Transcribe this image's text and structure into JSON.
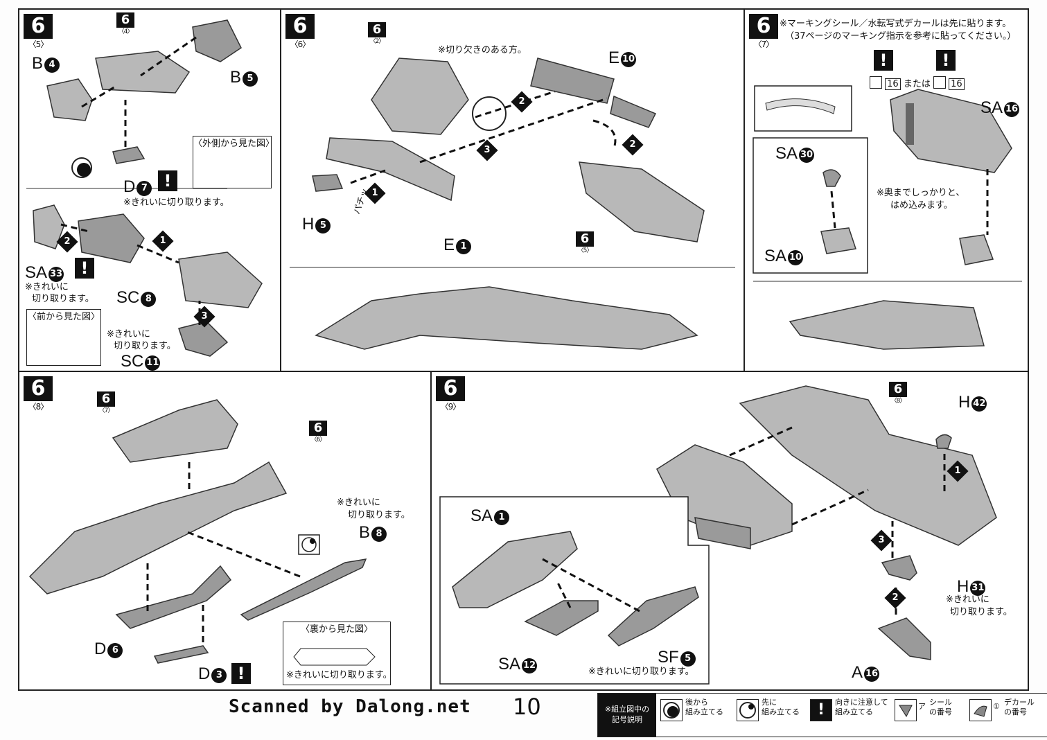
{
  "panels": {
    "p65": {
      "step": "6",
      "sub": "〈5〉",
      "ref": {
        "num": "6",
        "sub": "〈4〉"
      },
      "labels": {
        "b4": "B",
        "b4n": "4",
        "b5": "B",
        "b5n": "5",
        "d7": "D",
        "d7n": "7",
        "sa33": "SA",
        "sa33n": "33",
        "sc8": "SC",
        "sc8n": "8",
        "sc11": "SC",
        "sc11n": "11"
      },
      "view_outside": "〈外側から見た図〉",
      "view_front": "〈前から見た図〉",
      "note_d7": "※きれいに切り取ります。",
      "note_sa33_1": "※きれいに",
      "note_sa33_2": "切り取ります。",
      "note_sc11_1": "※きれいに",
      "note_sc11_2": "切り取ります。",
      "excl": "!",
      "steps": [
        "1",
        "2",
        "3"
      ]
    },
    "p66": {
      "step": "6",
      "sub": "〈6〉",
      "ref_top": {
        "num": "6",
        "sub": "〈2〉"
      },
      "ref_bottom": {
        "num": "6",
        "sub": "〈5〉"
      },
      "note_notch": "※切り欠きのある方。",
      "labels": {
        "e10": "E",
        "e10n": "10",
        "h5": "H",
        "h5n": "5",
        "e1": "E",
        "e1n": "1"
      },
      "snap": "パチッ",
      "steps": [
        "1",
        "2",
        "3",
        "2"
      ]
    },
    "p67": {
      "step": "6",
      "sub": "〈7〉",
      "note_top_1": "※マーキングシール／水転写式デカールは先に貼ります。",
      "note_top_2": "（37ページのマーキング指示を参考に貼ってください。）",
      "sticker_no": "16",
      "or_text": "または",
      "decal_no": "16",
      "labels": {
        "sa16": "SA",
        "sa16n": "16",
        "sa30": "SA",
        "sa30n": "30",
        "sa10": "SA",
        "sa10n": "10"
      },
      "note_insert_1": "※奥までしっかりと、",
      "note_insert_2": "はめ込みます。",
      "excl": "!"
    },
    "p68": {
      "step": "6",
      "sub": "〈8〉",
      "ref_a": {
        "num": "6",
        "sub": "〈7〉"
      },
      "ref_b": {
        "num": "6",
        "sub": "〈6〉"
      },
      "labels": {
        "b8": "B",
        "b8n": "8",
        "d6": "D",
        "d6n": "6",
        "d3": "D",
        "d3n": "3"
      },
      "note_b8_1": "※きれいに",
      "note_b8_2": "切り取ります。",
      "view_back": "〈裏から見た図〉",
      "note_back": "※きれいに切り取ります。",
      "excl": "!"
    },
    "p69": {
      "step": "6",
      "sub": "〈9〉",
      "ref": {
        "num": "6",
        "sub": "〈8〉"
      },
      "labels": {
        "h42": "H",
        "h42n": "42",
        "h31": "H",
        "h31n": "31",
        "a16": "A",
        "a16n": "16",
        "sa1": "SA",
        "sa1n": "1",
        "sa12": "SA",
        "sa12n": "12",
        "sf5": "SF",
        "sf5n": "5"
      },
      "note_h31_1": "※きれいに",
      "note_h31_2": "切り取ります。",
      "note_sf5": "※きれいに切り取ります。",
      "steps": [
        "1",
        "2",
        "3"
      ]
    }
  },
  "footer": {
    "scanned": "Scanned by Dalong.net",
    "page": "10",
    "legend_title_1": "※組立図中の",
    "legend_title_2": "記号説明",
    "items": [
      {
        "l1": "後から",
        "l2": "組み立てる"
      },
      {
        "l1": "先に",
        "l2": "組み立てる"
      },
      {
        "l1": "向きに注意して",
        "l2": "組み立てる"
      },
      {
        "l1": "シール",
        "l2": "の番号",
        "sym": "ア"
      },
      {
        "l1": "デカール",
        "l2": "の番号",
        "sym": "①"
      }
    ]
  }
}
